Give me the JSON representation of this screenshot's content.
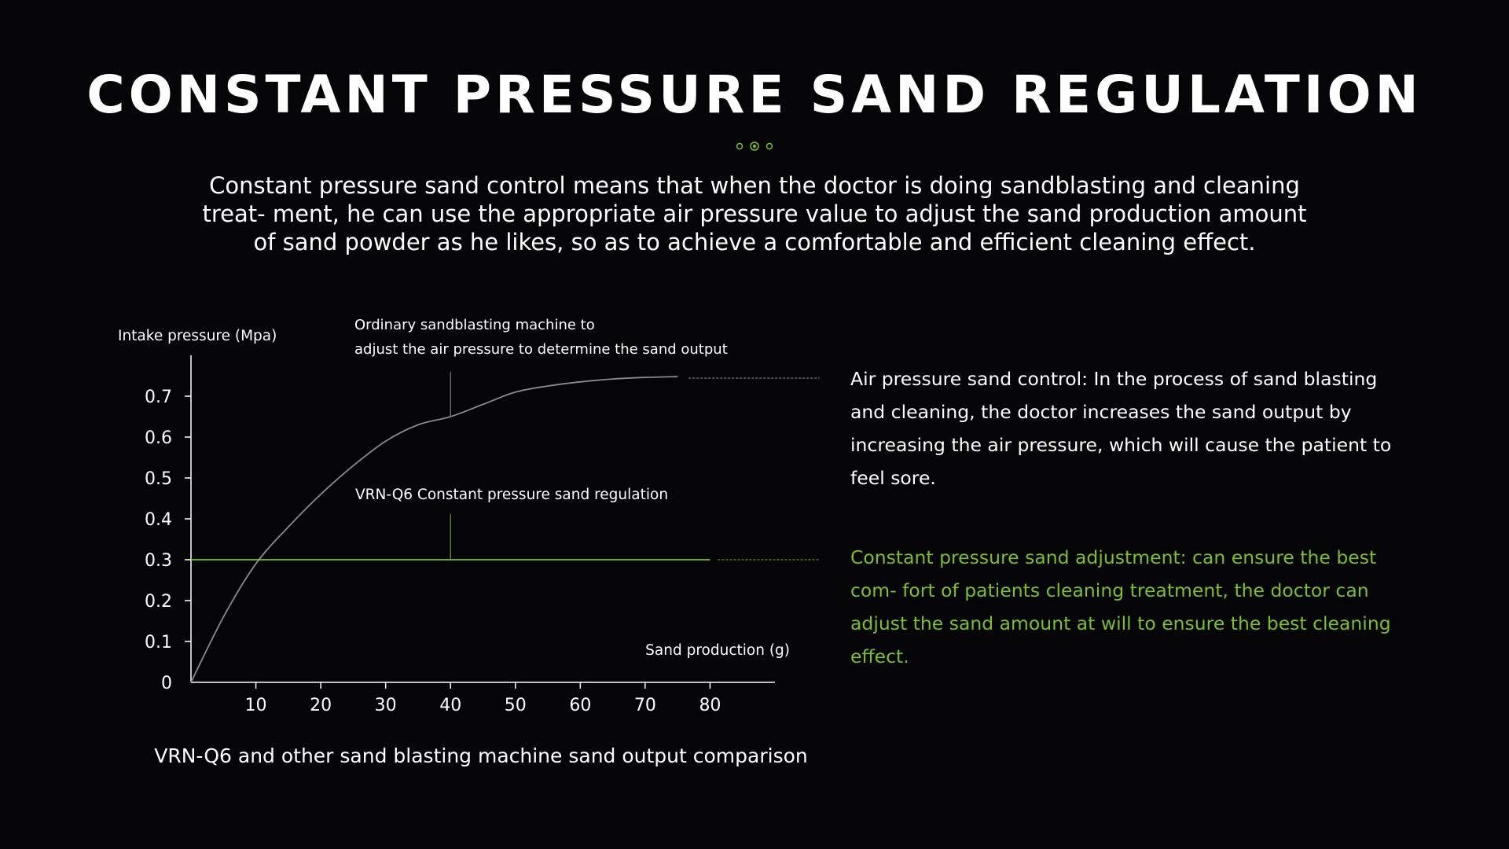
{
  "title": "CONSTANT PRESSURE SAND REGULATION",
  "intro": "Constant pressure sand control means that when the doctor is doing sandblasting and cleaning treat- ment, he can use the appropriate air pressure value to adjust the sand production amount of sand powder as he likes, so as to achieve a comfortable and efficient cleaning effect.",
  "colors": {
    "background": "#050507",
    "accent": "#7bbf2c",
    "curve": "#8a8a8a"
  },
  "descriptions": {
    "air_pressure": "Air pressure sand control: In the process of sand blasting and cleaning, the doctor increases the sand output by increasing the air pressure, which will cause the patient to feel sore.",
    "constant_pressure": "Constant pressure sand adjustment: can ensure the best com- fort of patients cleaning treatment, the doctor can adjust the sand amount at will to ensure the best cleaning effect."
  },
  "caption": "VRN-Q6 and other sand blasting machine sand output comparison",
  "chart_data": {
    "type": "line",
    "xlabel": "Sand production (g)",
    "ylabel": "Intake pressure (Mpa)",
    "xlim": [
      0,
      90
    ],
    "ylim": [
      0,
      0.8
    ],
    "x_ticks": [
      10,
      20,
      30,
      40,
      50,
      60,
      70,
      80
    ],
    "y_ticks": [
      0,
      0.1,
      0.2,
      0.3,
      0.4,
      0.5,
      0.6,
      0.7
    ],
    "y_tick_labels": [
      "0",
      "0.1",
      "0.2",
      "0.3",
      "0.4",
      "0.5",
      "0.6",
      "0.7"
    ],
    "series": [
      {
        "name": "Ordinary sandblasting machine to adjust the air pressure to determine the sand output",
        "label_lines": [
          "Ordinary sandblasting machine to",
          "adjust the air pressure to determine the sand output"
        ],
        "color": "#8a8a8a",
        "x": [
          0,
          5,
          10,
          15,
          20,
          25,
          30,
          35,
          40,
          45,
          50,
          55,
          60,
          65,
          70,
          75
        ],
        "y": [
          0,
          0.16,
          0.29,
          0.38,
          0.46,
          0.53,
          0.59,
          0.63,
          0.65,
          0.68,
          0.71,
          0.725,
          0.735,
          0.742,
          0.746,
          0.748
        ]
      },
      {
        "name": "VRN-Q6 Constant pressure sand regulation",
        "label_lines": [
          "VRN-Q6 Constant pressure sand regulation"
        ],
        "color": "#7bbf2c",
        "x": [
          0,
          80
        ],
        "y": [
          0.3,
          0.3
        ]
      }
    ],
    "legend": "none",
    "grid": false
  }
}
